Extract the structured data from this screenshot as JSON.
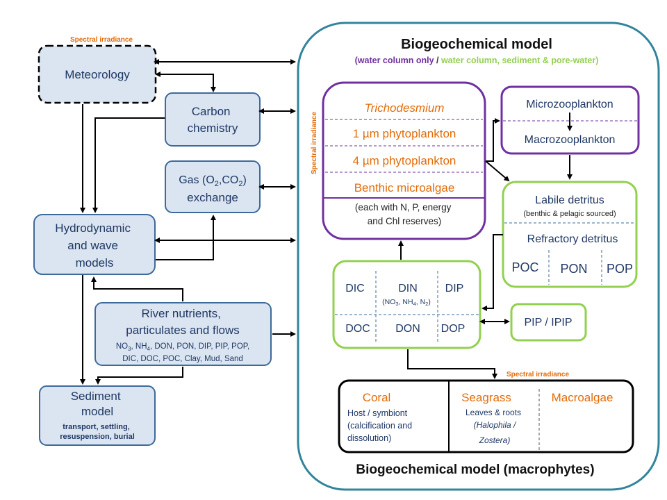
{
  "colors": {
    "blue_box_fill": "#dbe5f1",
    "blue_box_stroke": "#3d6a99",
    "outer_stroke": "#31849b",
    "purple": "#7030a0",
    "green": "#92d050",
    "orange": "#e36c09",
    "text": "#262626"
  },
  "left": {
    "spectral_irradiance_top": "Spectral irradiance",
    "meteorology": "Meteorology",
    "carbon_chemistry": [
      "Carbon",
      "chemistry"
    ],
    "gas_exchange": {
      "line1_prefix": "Gas (O",
      "sub1": "2",
      "mid": ",CO",
      "sub2": "2",
      "suffix": ")",
      "line2": "exchange"
    },
    "hydrodynamic": [
      "Hydrodynamic",
      "and wave",
      "models"
    ],
    "river": {
      "lines": [
        "River nutrients,",
        "particulates and flows"
      ],
      "detail_line1": {
        "a": "NO",
        "s1": "3",
        "b": ", NH",
        "s2": "4",
        "c": ", DON, PON, DIP, PIP, POP,"
      },
      "detail_line2": "DIC, DOC, POC, Clay, Mud, Sand"
    },
    "sediment": {
      "lines": [
        "Sediment",
        "model"
      ],
      "details": [
        "transport, settling,",
        "resuspension, burial"
      ]
    }
  },
  "bgc": {
    "title": "Biogeochemical model",
    "subtitle_open": "(",
    "subtitle_wc": "water column only",
    "subtitle_sep": " / ",
    "subtitle_wcs": "water column, sediment & pore-water)",
    "spectral_irradiance_side": "Spectral irradiance",
    "phyto": {
      "items": [
        "Trichodesmium",
        "1 µm phytoplankton",
        "4 µm phytoplankton",
        "Benthic microalgae"
      ],
      "reserves": [
        "(each with N, P, energy",
        "and Chl reserves)"
      ]
    },
    "zoo": [
      "Microzooplankton",
      "Macrozooplankton"
    ],
    "detritus": {
      "labile": "Labile detritus",
      "labile_note": "(benthic & pelagic sourced)",
      "refractory": "Refractory detritus",
      "cols": [
        "POC",
        "PON",
        "POP"
      ]
    },
    "nutrients": {
      "top": [
        "DIC",
        "DIN",
        "DIP"
      ],
      "din_species": {
        "a": "(NO",
        "s1": "3",
        "b": ", NH",
        "s2": "4",
        "c": ", N",
        "s3": "2",
        "d": ")"
      },
      "bottom": [
        "DOC",
        "DON",
        "DOP"
      ]
    },
    "pip": "PIP / IPIP",
    "spectral_irradiance_macro": "Spectral irradiance",
    "macrophytes": {
      "coral": "Coral",
      "coral_details": [
        "Host / symbiont",
        "(calcification and",
        "dissolution)"
      ],
      "seagrass": "Seagrass",
      "seagrass_details": [
        "Leaves & roots",
        "(Halophila  /",
        "Zostera)"
      ],
      "macroalgae": "Macroalgae"
    },
    "macro_title": "Biogeochemical model (macrophytes)"
  }
}
